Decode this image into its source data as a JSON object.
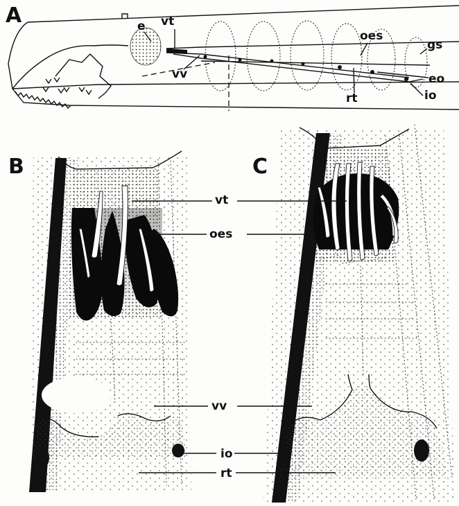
{
  "panels": {
    "a": {
      "letter": "A",
      "labels": {
        "e": "e",
        "vt": "vt",
        "vv": "vv",
        "oes": "oes",
        "gs": "gs",
        "eo": "eo",
        "rt": "rt",
        "io": "io"
      }
    },
    "b": {
      "letter": "B"
    },
    "c": {
      "letter": "C"
    }
  },
  "shared_labels": {
    "vt": "vt",
    "oes": "oes",
    "vv": "vv",
    "io": "io",
    "rt": "rt"
  }
}
